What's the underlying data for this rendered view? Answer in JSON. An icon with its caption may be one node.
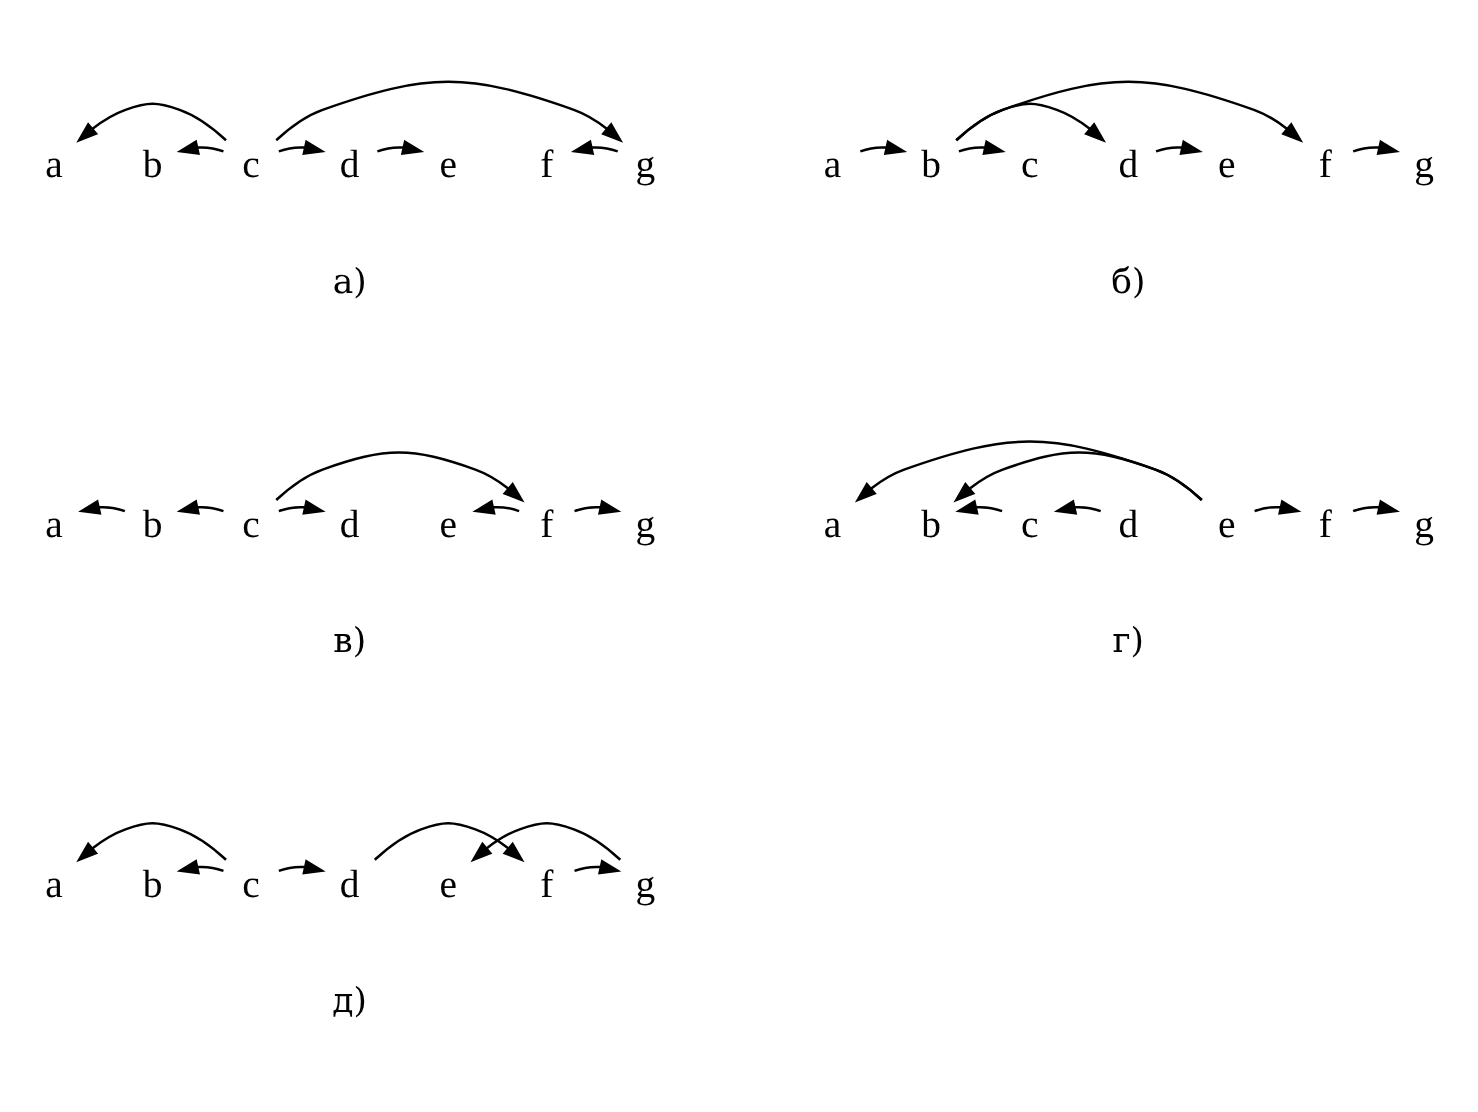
{
  "diagram": {
    "nodes": [
      {
        "text": [
          "a"
        ]
      },
      {
        "text": [
          "b"
        ]
      },
      {
        "text": [
          "c"
        ]
      },
      {
        "text": [
          "d"
        ]
      },
      {
        "text": [
          "e"
        ]
      },
      {
        "text": [
          "f"
        ]
      },
      {
        "text": [
          "g"
        ]
      },
      {
        "text": [
          "a"
        ]
      },
      {
        "text": [
          "b"
        ]
      },
      {
        "text": [
          "c"
        ]
      },
      {
        "text": [
          "d"
        ]
      },
      {
        "text": [
          "e"
        ]
      },
      {
        "text": [
          "f"
        ]
      },
      {
        "text": [
          "g"
        ]
      },
      {
        "text": [
          "a"
        ]
      },
      {
        "text": [
          "b"
        ]
      },
      {
        "text": [
          "c"
        ]
      },
      {
        "text": [
          "d"
        ]
      },
      {
        "text": [
          "e"
        ]
      },
      {
        "text": [
          "f"
        ]
      },
      {
        "text": [
          "g"
        ]
      },
      {
        "text": [
          "a"
        ]
      },
      {
        "text": [
          "b"
        ]
      },
      {
        "text": [
          "c"
        ]
      },
      {
        "text": [
          "d"
        ]
      },
      {
        "text": [
          "e"
        ]
      },
      {
        "text": [
          "f"
        ]
      },
      {
        "text": [
          "g"
        ]
      },
      {
        "text": [
          "a"
        ]
      },
      {
        "text": [
          "b"
        ]
      },
      {
        "text": [
          "c"
        ]
      },
      {
        "text": [
          "d"
        ]
      },
      {
        "text": [
          "e"
        ]
      },
      {
        "text": [
          "f"
        ]
      },
      {
        "text": [
          "g"
        ]
      }
    ],
    "edges": [
      {
        "from": 2,
        "to": 0,
        "arrow": "to"
      },
      {
        "from": 2,
        "to": 1,
        "arrow": "to"
      },
      {
        "from": 2,
        "to": 3,
        "arrow": "to"
      },
      {
        "from": 3,
        "to": 4,
        "arrow": "to"
      },
      {
        "from": 2,
        "to": 6,
        "arrow": "to"
      },
      {
        "from": 6,
        "to": 5,
        "arrow": "to"
      },
      {
        "from": 7,
        "to": 8,
        "arrow": "to"
      },
      {
        "from": 8,
        "to": 9,
        "arrow": "to"
      },
      {
        "from": 8,
        "to": 10,
        "arrow": "to"
      },
      {
        "from": 10,
        "to": 11,
        "arrow": "to"
      },
      {
        "from": 8,
        "to": 12,
        "arrow": "to"
      },
      {
        "from": 12,
        "to": 13,
        "arrow": "to"
      },
      {
        "from": 15,
        "to": 14,
        "arrow": "to"
      },
      {
        "from": 16,
        "to": 15,
        "arrow": "to"
      },
      {
        "from": 16,
        "to": 17,
        "arrow": "to"
      },
      {
        "from": 16,
        "to": 19,
        "arrow": "to"
      },
      {
        "from": 19,
        "to": 18,
        "arrow": "to"
      },
      {
        "from": 19,
        "to": 20,
        "arrow": "to"
      },
      {
        "from": 25,
        "to": 21,
        "arrow": "to"
      },
      {
        "from": 25,
        "to": 22,
        "arrow": "to"
      },
      {
        "from": 23,
        "to": 22,
        "arrow": "to"
      },
      {
        "from": 24,
        "to": 23,
        "arrow": "to"
      },
      {
        "from": 25,
        "to": 26,
        "arrow": "to"
      },
      {
        "from": 26,
        "to": 27,
        "arrow": "to"
      },
      {
        "from": 30,
        "to": 28,
        "arrow": "to"
      },
      {
        "from": 30,
        "to": 29,
        "arrow": "to"
      },
      {
        "from": 30,
        "to": 31,
        "arrow": "to"
      },
      {
        "from": 31,
        "to": 33,
        "arrow": "to"
      },
      {
        "from": 34,
        "to": 32,
        "arrow": "to"
      },
      {
        "from": 33,
        "to": 34,
        "arrow": "to"
      }
    ],
    "labels": [
      "а)",
      "б)",
      "в)",
      "г)",
      "д)"
    ]
  }
}
